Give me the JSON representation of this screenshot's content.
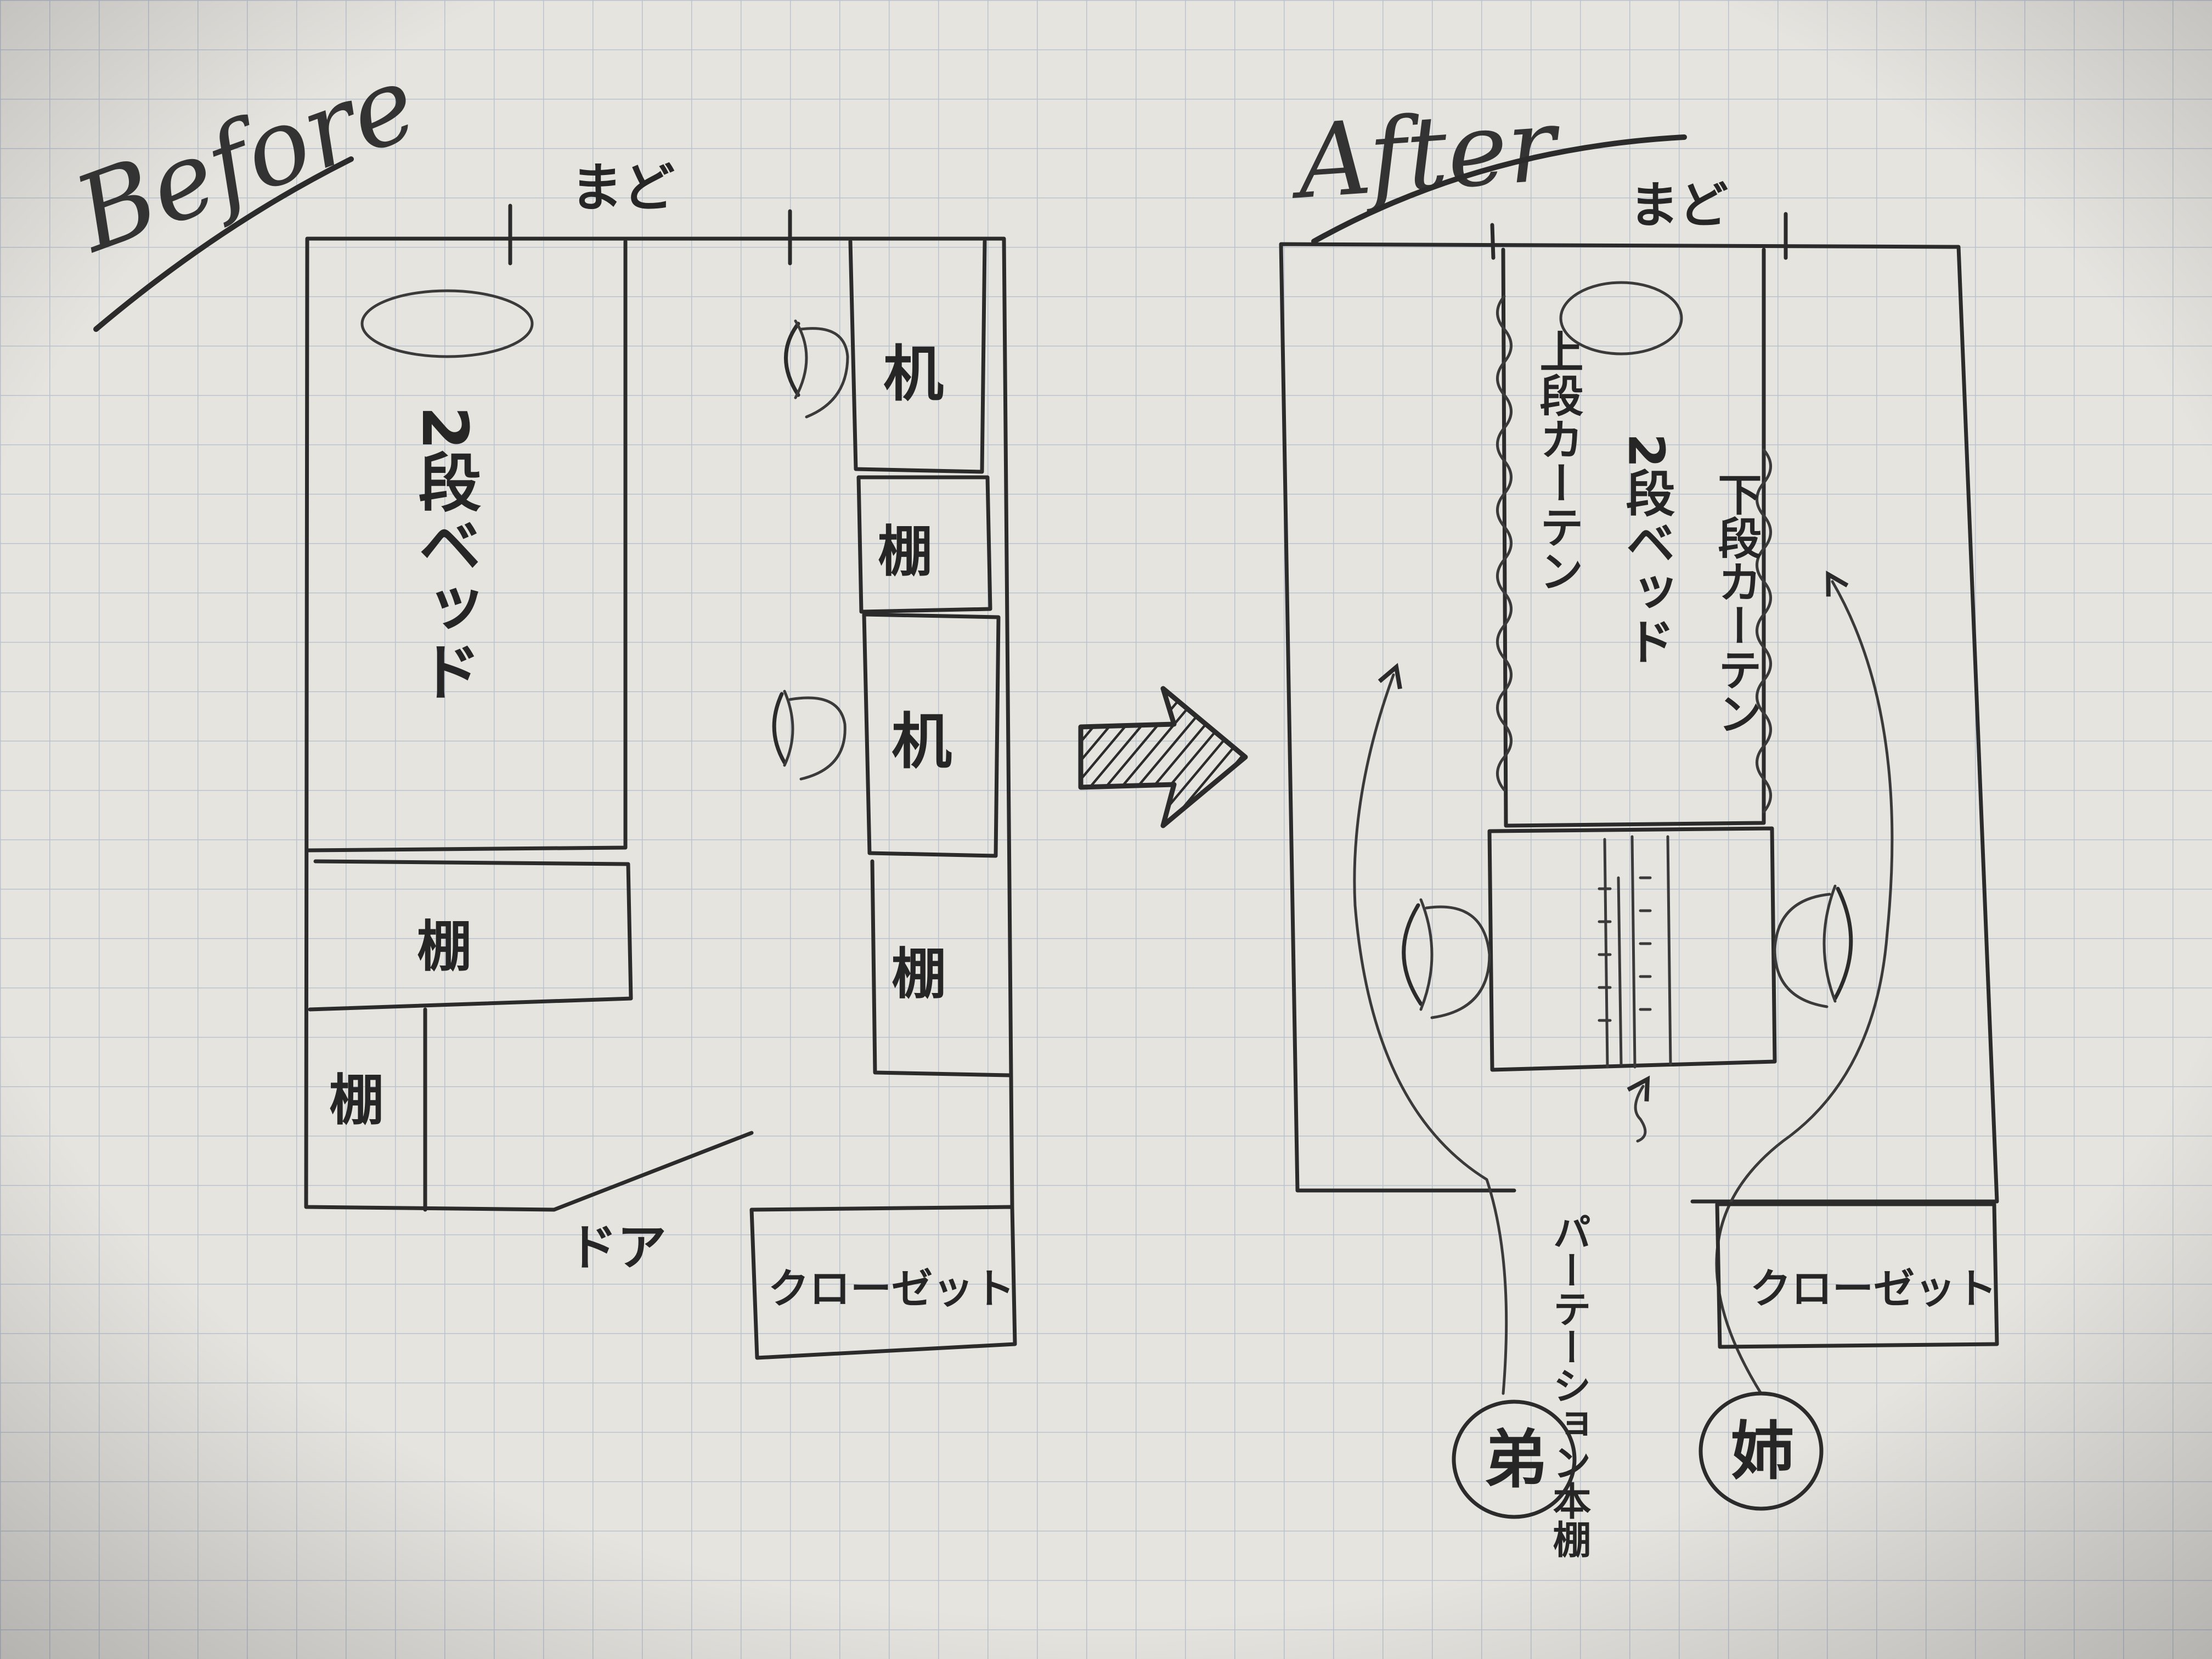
{
  "colors": {
    "paper": "#e6e4df",
    "grid": "#b9c3cf",
    "ink": "#2b2b2b"
  },
  "before": {
    "heading": "Before",
    "window": "まど",
    "bunk_bed": "2段ベッド",
    "desk": "机",
    "shelf": "棚",
    "door": "ドア",
    "closet": "クローゼット"
  },
  "after": {
    "heading": "After",
    "window": "まど",
    "upper_curtain": "上段カーテン",
    "bunk_bed": "2段ベッド",
    "lower_curtain": "下段カーテン",
    "partition_shelf": "パーテーション本棚",
    "closet": "クローゼット",
    "younger_brother": "弟",
    "older_sister": "姉"
  },
  "icons": [
    "chair-icon",
    "arrow-right-icon",
    "pillow-icon",
    "path-arrow-icon"
  ]
}
